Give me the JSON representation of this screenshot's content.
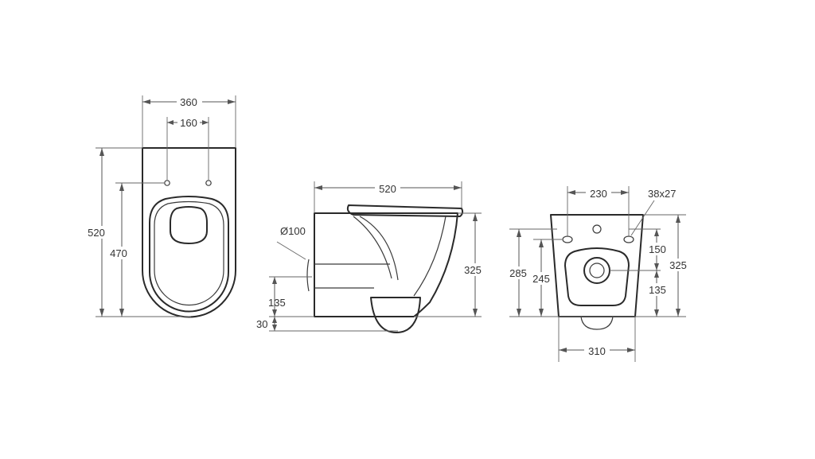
{
  "front_view": {
    "width_label": "360",
    "hole_spacing_label": "160",
    "height_label": "520",
    "hole_height_label": "470"
  },
  "side_view": {
    "length_label": "520",
    "outlet_diameter_label": "Ø100",
    "outlet_height_label": "135",
    "offset_label": "30",
    "height_label": "325"
  },
  "back_view": {
    "bolt_spacing_label": "230",
    "bolt_slot_label": "38x27",
    "upper_label": "150",
    "lower_label": "135",
    "total_height_label": "325",
    "height_285_label": "285",
    "height_245_label": "245",
    "base_width_label": "310"
  }
}
